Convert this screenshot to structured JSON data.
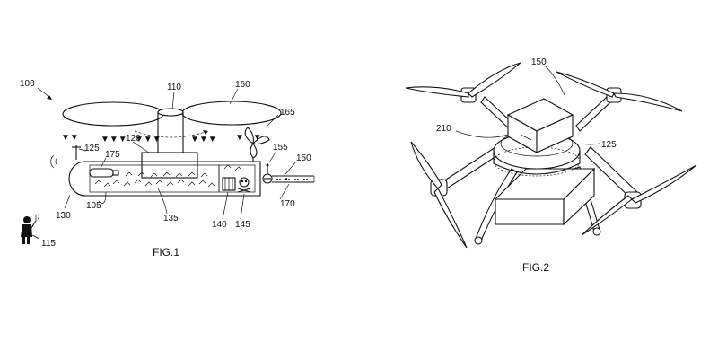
{
  "figure1": {
    "caption": "FIG.1",
    "labels": {
      "assembly": "100",
      "mast": "110",
      "rotor_blade": "160",
      "fin": "165",
      "hub": "120",
      "antenna": "125",
      "canister": "175",
      "valve": "155",
      "nozzle": "150",
      "nose": "130",
      "chamber": "105",
      "inner": "135",
      "tank": "140",
      "payload": "145",
      "pipe": "170",
      "operator": "115"
    }
  },
  "figure2": {
    "caption": "FIG.2",
    "labels": {
      "top_box": "150",
      "body": "210",
      "arm": "125"
    }
  }
}
